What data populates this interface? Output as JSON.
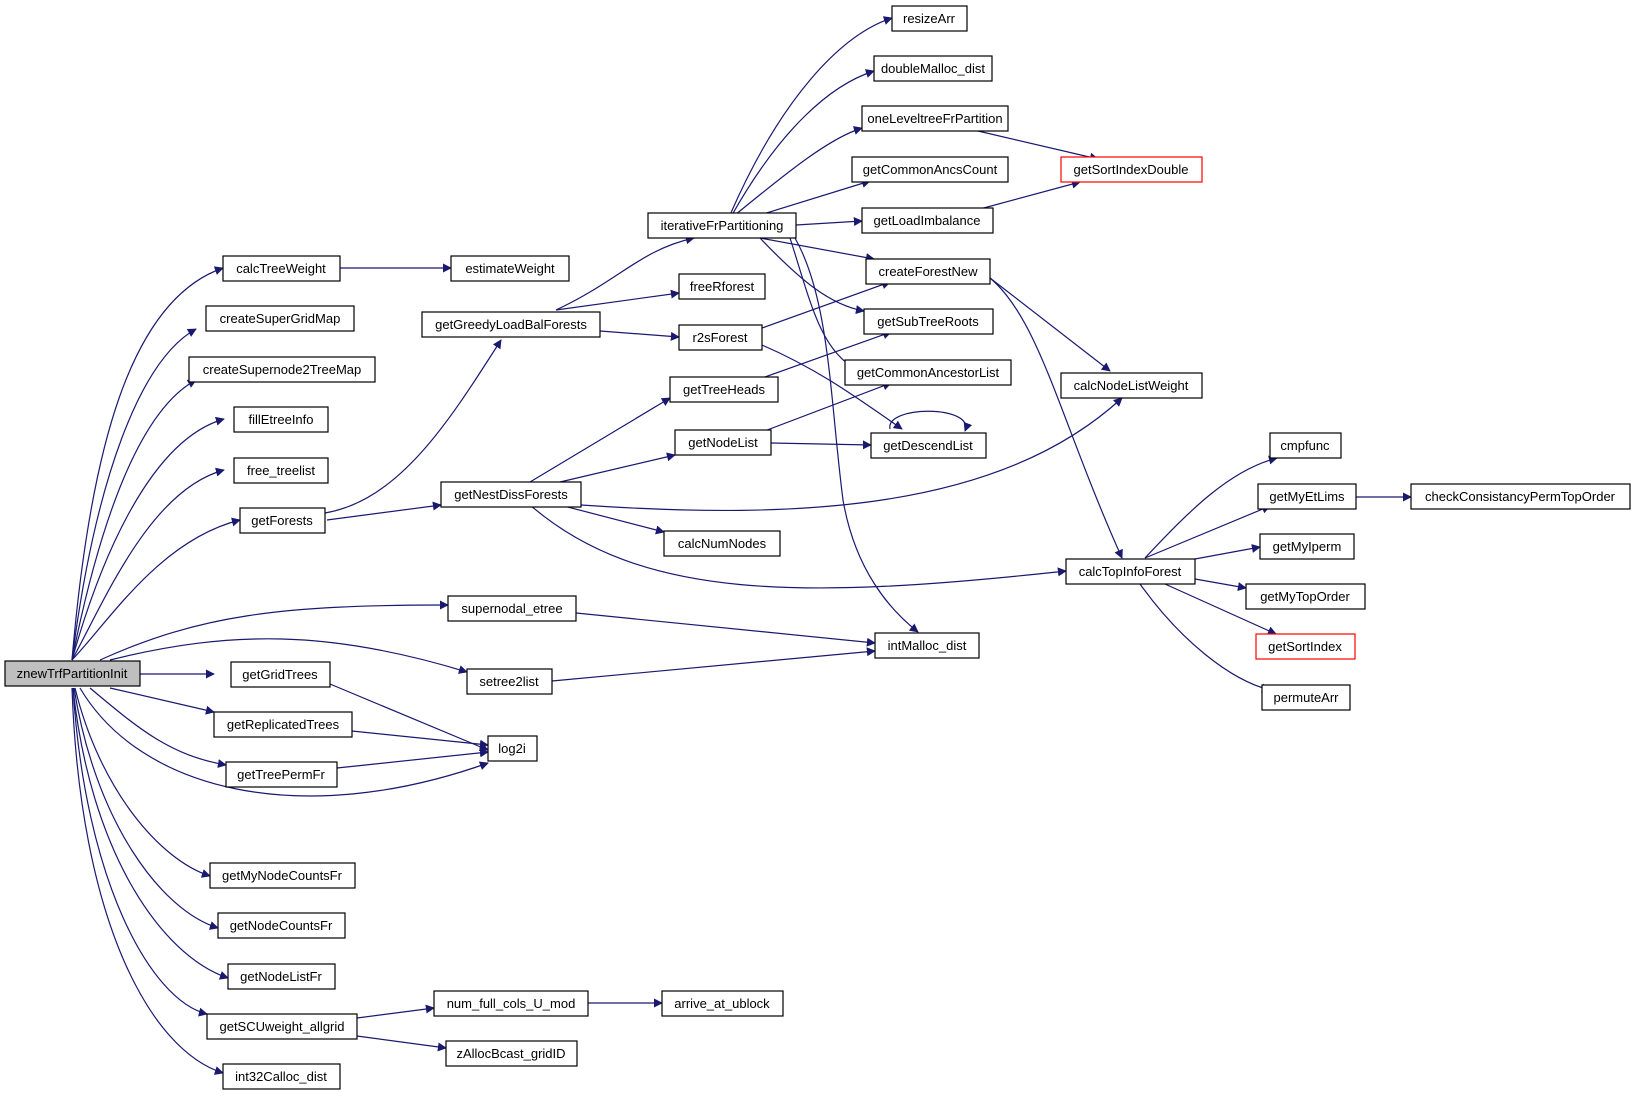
{
  "graph": {
    "edge_color": "#191970",
    "root_fill": "#bfbfbf",
    "truncated_border": "#ff0000",
    "nodes": {
      "root": "znewTrfPartitionInit",
      "calcTreeWeight": "calcTreeWeight",
      "estimateWeight": "estimateWeight",
      "createSuperGridMap": "createSuperGridMap",
      "createSupernode2TreeMap": "createSupernode2TreeMap",
      "fillEtreeInfo": "fillEtreeInfo",
      "free_treelist": "free_treelist",
      "getForests": "getForests",
      "supernodal_etree": "supernodal_etree",
      "setree2list": "setree2list",
      "getGridTrees": "getGridTrees",
      "getReplicatedTrees": "getReplicatedTrees",
      "getTreePermFr": "getTreePermFr",
      "log2i": "log2i",
      "getMyNodeCountsFr": "getMyNodeCountsFr",
      "getNodeCountsFr": "getNodeCountsFr",
      "getNodeListFr": "getNodeListFr",
      "getSCUweight_allgrid": "getSCUweight_allgrid",
      "int32Calloc_dist": "int32Calloc_dist",
      "num_full_cols_U_mod": "num_full_cols_U_mod",
      "zAllocBcast_gridID": "zAllocBcast_gridID",
      "arrive_at_ublock": "arrive_at_ublock",
      "getGreedyLoadBalForests": "getGreedyLoadBalForests",
      "getNestDissForests": "getNestDissForests",
      "iterativeFrPartitioning": "iterativeFrPartitioning",
      "freeRforest": "freeRforest",
      "r2sForest": "r2sForest",
      "getTreeHeads": "getTreeHeads",
      "getNodeList": "getNodeList",
      "calcNumNodes": "calcNumNodes",
      "resizeArr": "resizeArr",
      "doubleMalloc_dist": "doubleMalloc_dist",
      "oneLeveltreeFrPartition": "oneLeveltreeFrPartition",
      "getCommonAncsCount": "getCommonAncsCount",
      "getLoadImbalance": "getLoadImbalance",
      "createForestNew": "createForestNew",
      "getSubTreeRoots": "getSubTreeRoots",
      "getCommonAncestorList": "getCommonAncestorList",
      "getDescendList": "getDescendList",
      "intMalloc_dist": "intMalloc_dist",
      "getSortIndexDouble": "getSortIndexDouble",
      "calcNodeListWeight": "calcNodeListWeight",
      "calcTopInfoForest": "calcTopInfoForest",
      "cmpfunc": "cmpfunc",
      "getMyEtLims": "getMyEtLims",
      "checkConsistancyPermTopOrder": "checkConsistancyPermTopOrder",
      "getMyIperm": "getMyIperm",
      "getMyTopOrder": "getMyTopOrder",
      "getSortIndex": "getSortIndex",
      "permuteArr": "permuteArr"
    }
  }
}
